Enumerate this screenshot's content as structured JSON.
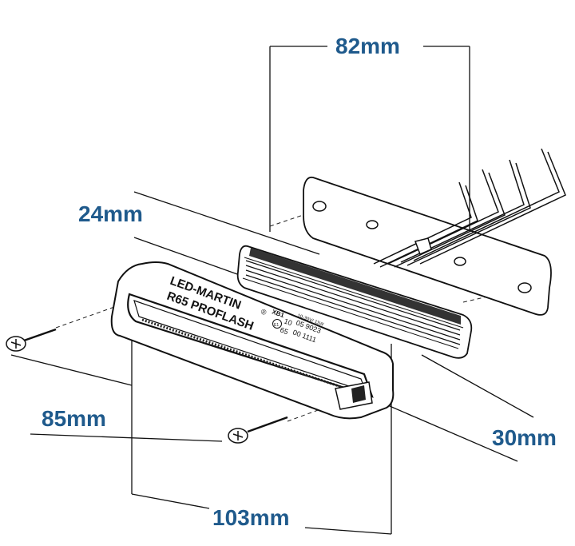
{
  "dimensions": {
    "top_width": "82mm",
    "depth": "24mm",
    "height": "30mm",
    "mount_spacing": "85mm",
    "overall_length": "103mm"
  },
  "product": {
    "brand": "LED-MARTIN",
    "registered_mark": "®",
    "model": "R65 PROFLASH",
    "code": "XB1",
    "rating": "10-30V/ 11W",
    "approval_mark": "E1",
    "approval_line_1": "10",
    "approval_line_2": "65",
    "number_1": "05 9023",
    "number_2": "00 1111"
  },
  "colors": {
    "label_color": "#1f5a8c",
    "line_color": "#1a1a1a"
  }
}
